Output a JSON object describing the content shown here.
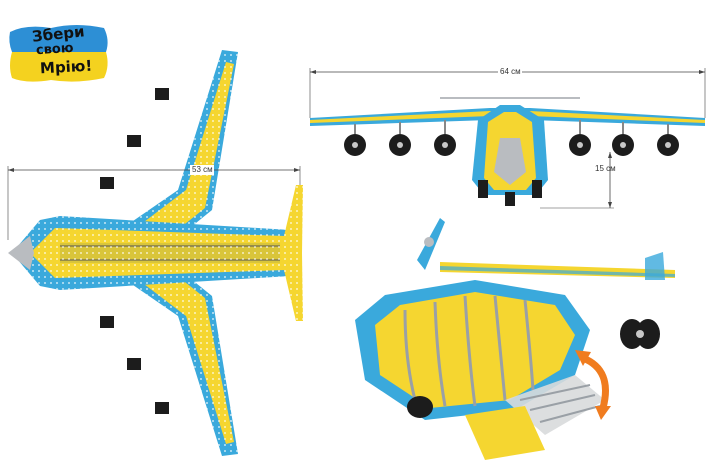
{
  "logo": {
    "line1": "Збери",
    "line2": "свою",
    "line3": "Мрію!",
    "colors": {
      "blue": "#2d8fd5",
      "yellow": "#f4d21f"
    }
  },
  "dimensions": {
    "top_view_width": "53 см",
    "front_view_width": "64 см",
    "front_view_height": "15 см"
  },
  "colors": {
    "plane_blue": "#3aa9dc",
    "plane_yellow": "#f5d630",
    "metal_grey": "#b9bcc0",
    "tire": "#1c1c1c",
    "arrow": "#f07c1f"
  }
}
